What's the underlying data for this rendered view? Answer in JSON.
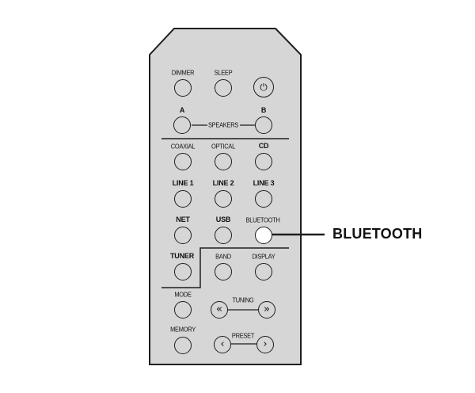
{
  "remote": {
    "row1": {
      "dimmer": "DIMMER",
      "sleep": "SLEEP",
      "power_icon": "power-icon"
    },
    "speakers": {
      "a": "A",
      "b": "B",
      "label": "SPEAKERS"
    },
    "inputs1": {
      "coaxial": "COAXIAL",
      "optical": "OPTICAL",
      "cd": "CD"
    },
    "inputs2": {
      "line1": "LINE 1",
      "line2": "LINE 2",
      "line3": "LINE 3"
    },
    "inputs3": {
      "net": "NET",
      "usb": "USB",
      "bluetooth": "BLUETOOTH"
    },
    "tuner_row": {
      "tuner": "TUNER",
      "band": "BAND",
      "display": "DISPLAY"
    },
    "mode_row": {
      "mode": "MODE",
      "tuning": "TUNING",
      "left_icon": "double-chevron-left-icon",
      "right_icon": "double-chevron-right-icon"
    },
    "memory_row": {
      "memory": "MEMORY",
      "preset": "PRESET",
      "left_icon": "chevron-left-icon",
      "right_icon": "chevron-right-icon"
    }
  },
  "callout": {
    "label": "BLUETOOTH"
  },
  "colors": {
    "remote_fill": "#d6d6d6",
    "outline": "#1e1e1e",
    "highlight_button": "#ffffff"
  }
}
